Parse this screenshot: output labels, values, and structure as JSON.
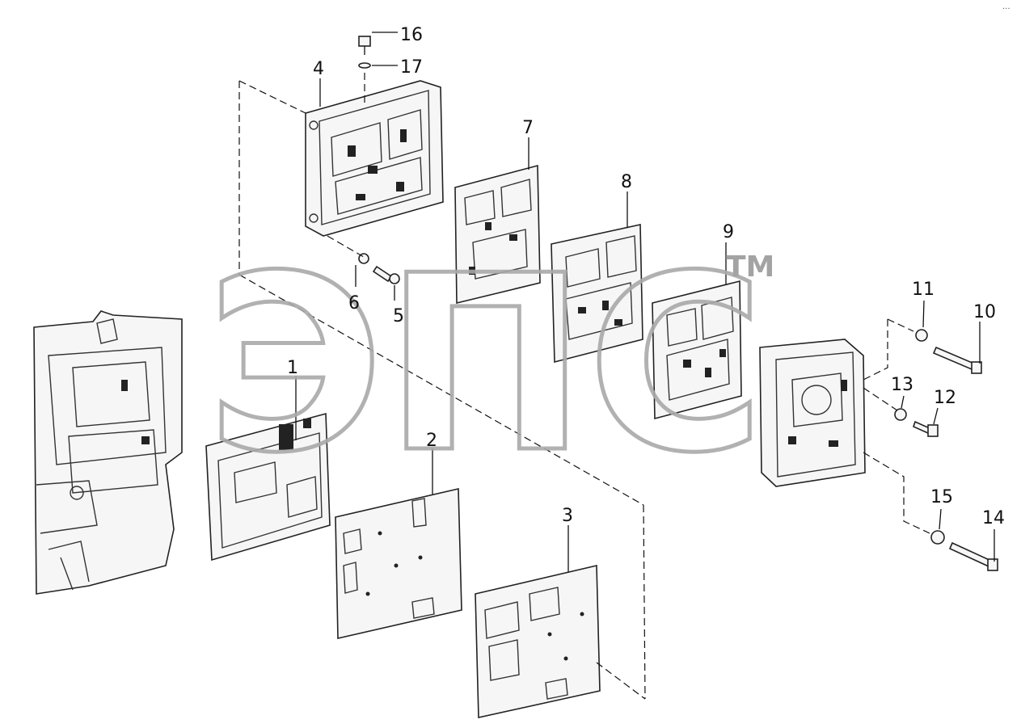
{
  "callouts": [
    "1",
    "2",
    "3",
    "4",
    "5",
    "6",
    "7",
    "8",
    "9",
    "10",
    "11",
    "12",
    "13",
    "14",
    "15",
    "16",
    "17"
  ],
  "watermark": {
    "text": "ЭПС",
    "tm": "TM"
  },
  "corner_mark": "···"
}
